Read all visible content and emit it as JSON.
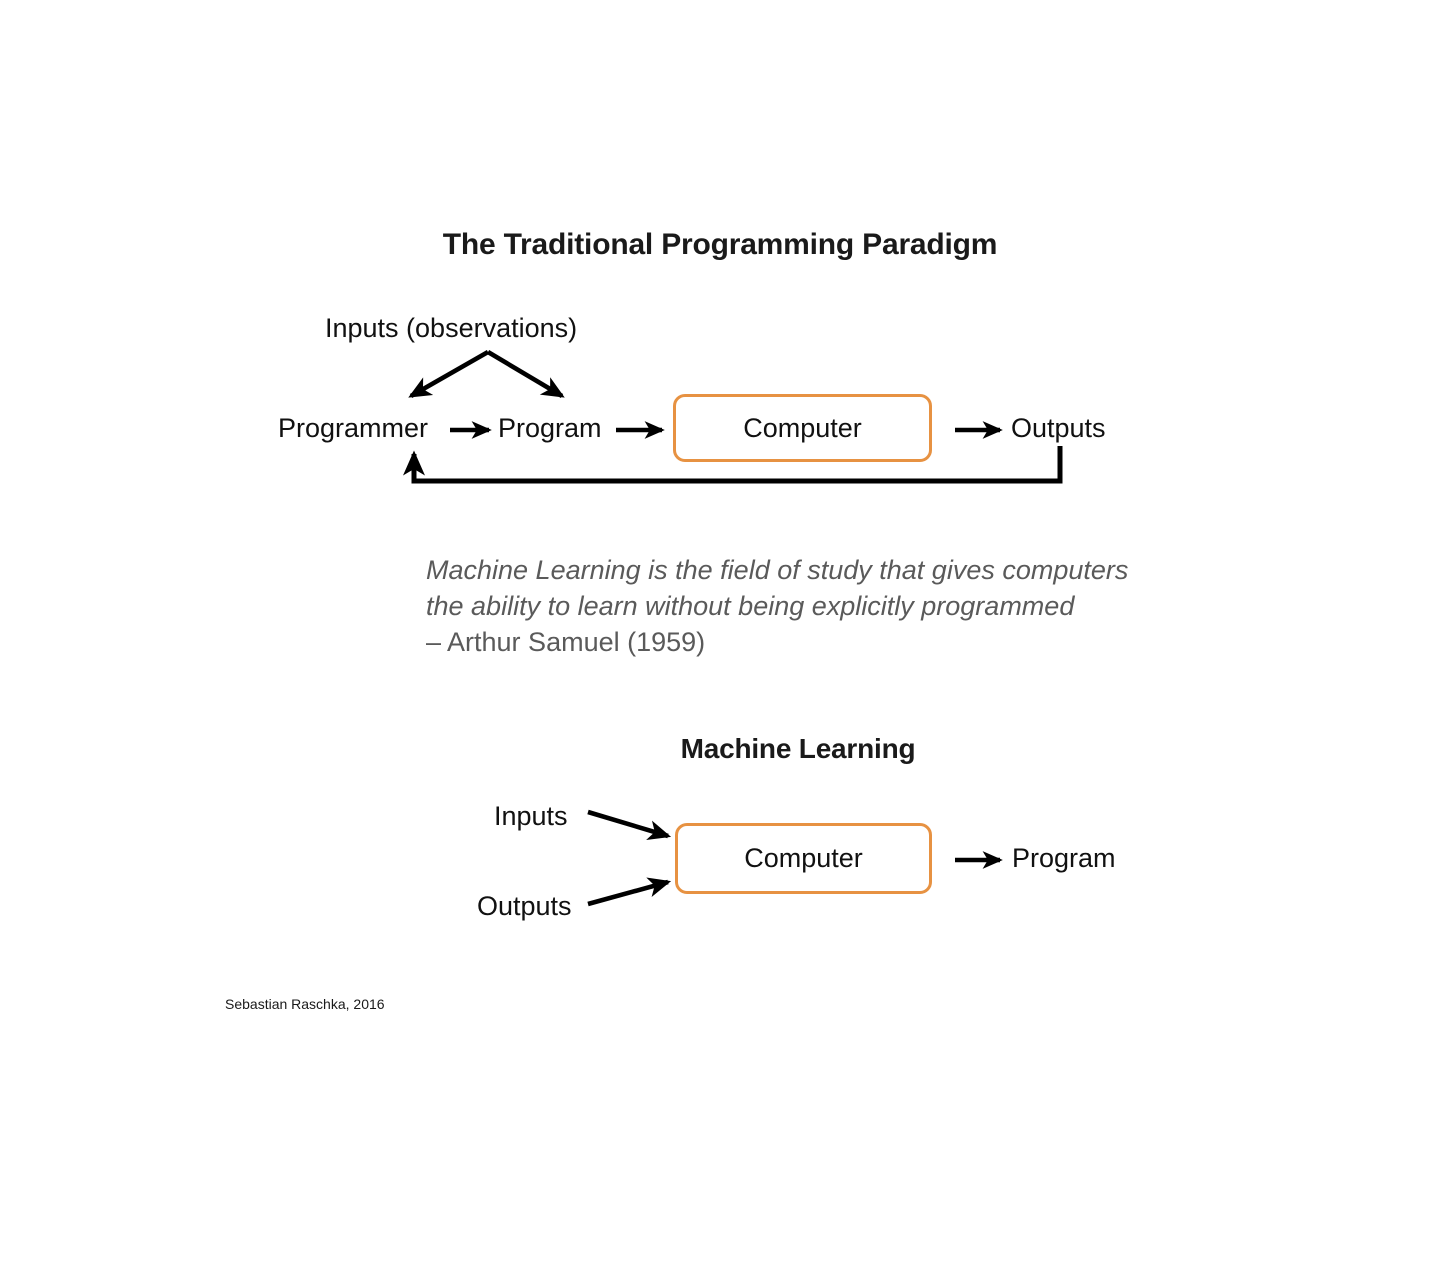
{
  "slide": {
    "background": "#ffffff",
    "accent_color": "#E79242",
    "text_color": "#111111",
    "quote_color": "#5a5a5a"
  },
  "traditional": {
    "title": "The Traditional Programming Paradigm",
    "inputs_label": "Inputs (observations)",
    "programmer_label": "Programmer",
    "program_label": "Program",
    "computer_label": "Computer",
    "outputs_label": "Outputs"
  },
  "quote": {
    "line1": "Machine Learning is the field of study that gives computers",
    "line2": "the ability to learn without being explicitly programmed",
    "attribution": "– Arthur Samuel (1959)"
  },
  "machine_learning": {
    "title": "Machine Learning",
    "inputs_label": "Inputs",
    "outputs_label": "Outputs",
    "computer_label": "Computer",
    "program_label": "Program"
  },
  "credit": "Sebastian Raschka, 2016",
  "chart_data": {
    "type": "diagram",
    "title": "Traditional Programming vs Machine Learning",
    "diagrams": [
      {
        "name": "The Traditional Programming Paradigm",
        "nodes": [
          {
            "id": "inputs",
            "label": "Inputs (observations)",
            "shape": "text"
          },
          {
            "id": "programmer",
            "label": "Programmer",
            "shape": "text"
          },
          {
            "id": "program",
            "label": "Program",
            "shape": "text"
          },
          {
            "id": "computer",
            "label": "Computer",
            "shape": "rounded-box",
            "border_color": "#E79242"
          },
          {
            "id": "outputs",
            "label": "Outputs",
            "shape": "text"
          }
        ],
        "edges": [
          {
            "from": "inputs",
            "to": "programmer",
            "style": "arrow-diagonal-left"
          },
          {
            "from": "inputs",
            "to": "program",
            "style": "arrow-diagonal-right"
          },
          {
            "from": "programmer",
            "to": "program",
            "style": "arrow-right"
          },
          {
            "from": "program",
            "to": "computer",
            "style": "arrow-right"
          },
          {
            "from": "computer",
            "to": "outputs",
            "style": "arrow-right"
          },
          {
            "from": "outputs",
            "to": "programmer",
            "style": "feedback-loop-below"
          }
        ]
      },
      {
        "name": "Machine Learning",
        "nodes": [
          {
            "id": "inputs",
            "label": "Inputs",
            "shape": "text"
          },
          {
            "id": "outputs",
            "label": "Outputs",
            "shape": "text"
          },
          {
            "id": "computer",
            "label": "Computer",
            "shape": "rounded-box",
            "border_color": "#E79242"
          },
          {
            "id": "program",
            "label": "Program",
            "shape": "text"
          }
        ],
        "edges": [
          {
            "from": "inputs",
            "to": "computer",
            "style": "arrow-diagonal-down"
          },
          {
            "from": "outputs",
            "to": "computer",
            "style": "arrow-diagonal-up"
          },
          {
            "from": "computer",
            "to": "program",
            "style": "arrow-right"
          }
        ]
      }
    ]
  }
}
